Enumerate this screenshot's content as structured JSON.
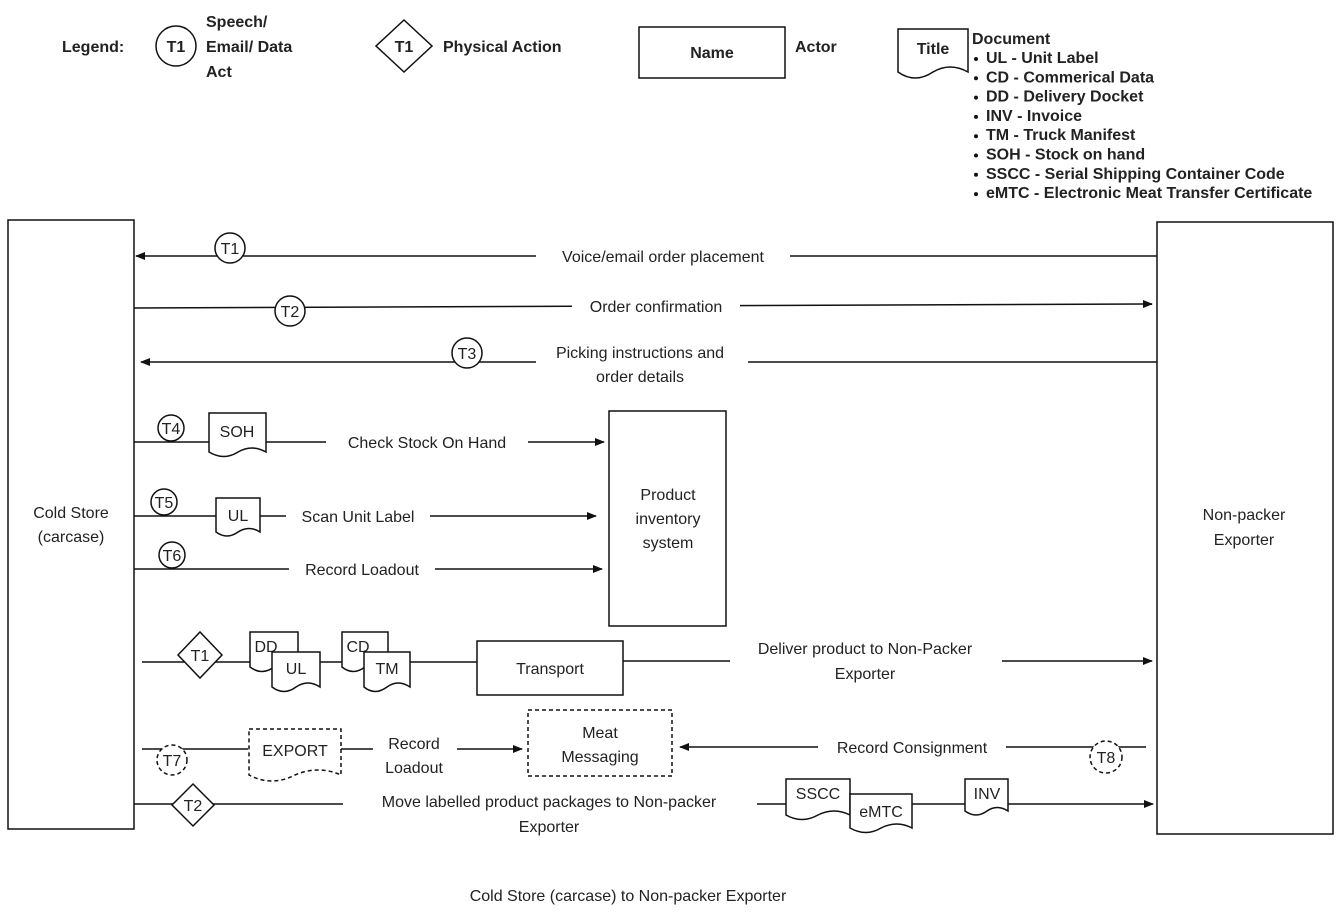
{
  "legend": {
    "title": "Legend:",
    "speech_symbol": "T1",
    "speech_label": [
      "Speech/",
      "Email/ Data",
      "Act"
    ],
    "physical_symbol": "T1",
    "physical_label": "Physical Action",
    "actor_box": "Name",
    "actor_label": "Actor",
    "document_box": "Title",
    "document_label": "Document",
    "document_items": [
      "UL - Unit Label",
      "CD - Commerical Data",
      "DD - Delivery Docket",
      "INV - Invoice",
      "TM - Truck Manifest",
      "SOH - Stock on hand",
      "SSCC - Serial Shipping Container Code",
      "eMTC - Electronic Meat Transfer Certificate"
    ]
  },
  "actors": {
    "cold_store": [
      "Cold Store",
      "(carcase)"
    ],
    "exporter": [
      "Non-packer",
      "Exporter"
    ],
    "inventory": [
      "Product",
      "inventory",
      "system"
    ],
    "transport": "Transport",
    "meat_messaging": [
      "Meat",
      "Messaging"
    ]
  },
  "flows": {
    "t1": {
      "tag": "T1",
      "label": "Voice/email order placement"
    },
    "t2": {
      "tag": "T2",
      "label": "Order confirmation"
    },
    "t3": {
      "tag": "T3",
      "label": [
        "Picking instructions and",
        "order details"
      ]
    },
    "t4": {
      "tag": "T4",
      "doc": "SOH",
      "label": "Check Stock On Hand"
    },
    "t5": {
      "tag": "T5",
      "doc": "UL",
      "label": "Scan Unit Label"
    },
    "t6": {
      "tag": "T6",
      "label": "Record Loadout"
    },
    "p1": {
      "tag": "T1",
      "docs": [
        "DD",
        "UL",
        "CD",
        "TM"
      ],
      "label": [
        "Deliver product to Non-Packer",
        "Exporter"
      ]
    },
    "t7": {
      "tag": "T7",
      "doc": "EXPORT",
      "label": [
        "Record",
        "Loadout"
      ]
    },
    "t8": {
      "tag": "T8",
      "label": "Record Consignment"
    },
    "p2": {
      "tag": "T2",
      "docs": [
        "SSCC",
        "eMTC",
        "INV"
      ],
      "label": [
        "Move labelled product packages to Non-packer",
        "Exporter"
      ]
    }
  },
  "title": "Cold Store (carcase) to Non-packer Exporter"
}
